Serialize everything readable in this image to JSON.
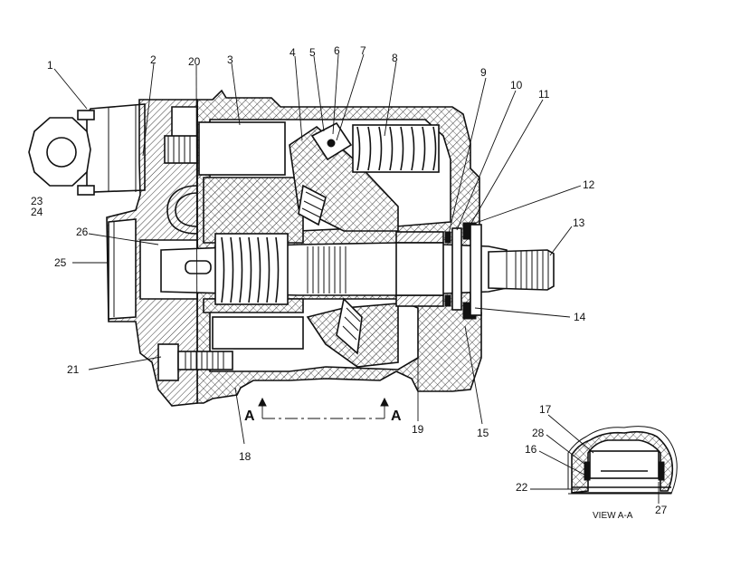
{
  "diagram": {
    "callouts": [
      {
        "id": "c1",
        "text": "1"
      },
      {
        "id": "c2",
        "text": "2"
      },
      {
        "id": "c20",
        "text": "20"
      },
      {
        "id": "c3",
        "text": "3"
      },
      {
        "id": "c4",
        "text": "4"
      },
      {
        "id": "c5",
        "text": "5"
      },
      {
        "id": "c6",
        "text": "6"
      },
      {
        "id": "c7",
        "text": "7"
      },
      {
        "id": "c8",
        "text": "8"
      },
      {
        "id": "c9",
        "text": "9"
      },
      {
        "id": "c10",
        "text": "10"
      },
      {
        "id": "c11",
        "text": "11"
      },
      {
        "id": "c12",
        "text": "12"
      },
      {
        "id": "c13",
        "text": "13"
      },
      {
        "id": "c14",
        "text": "14"
      },
      {
        "id": "c15",
        "text": "15"
      },
      {
        "id": "c19",
        "text": "19"
      },
      {
        "id": "c18",
        "text": "18"
      },
      {
        "id": "c21",
        "text": "21"
      },
      {
        "id": "c25",
        "text": "25"
      },
      {
        "id": "c26",
        "text": "26"
      },
      {
        "id": "c23",
        "text": "23"
      },
      {
        "id": "c24",
        "text": "24"
      }
    ],
    "section_marks": [
      "A",
      "A"
    ],
    "detail_view": {
      "title": "VIEW A-A",
      "callouts": [
        {
          "id": "d17",
          "text": "17"
        },
        {
          "id": "d28",
          "text": "28"
        },
        {
          "id": "d16",
          "text": "16"
        },
        {
          "id": "d22",
          "text": "22"
        },
        {
          "id": "d27",
          "text": "27"
        }
      ]
    }
  }
}
